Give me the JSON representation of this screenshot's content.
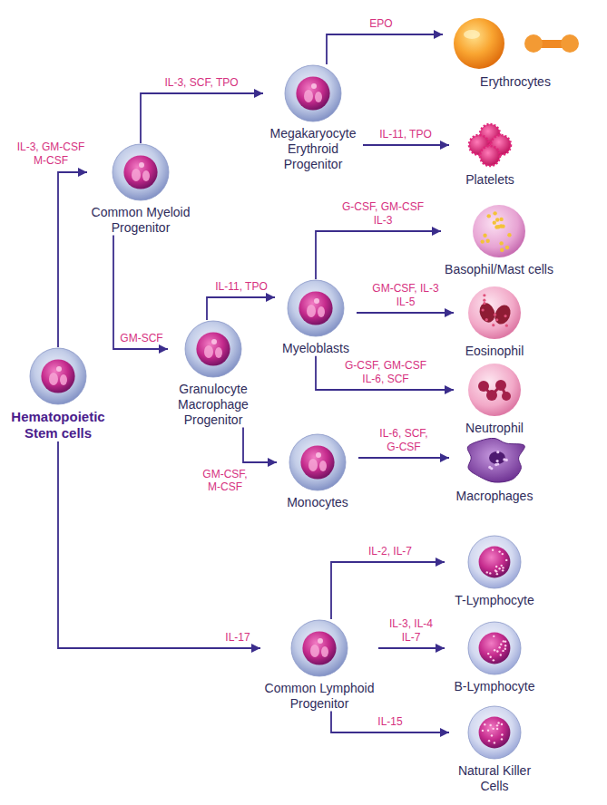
{
  "diagram": {
    "nodes": [
      {
        "text": [
          "Hematopoietic Stem cells"
        ]
      },
      {
        "text": [
          "Common Myeloid Progenitor"
        ]
      },
      {
        "text": [
          "Megakaryocyte Erythroid Progenitor"
        ]
      },
      {
        "text": [
          "Erythrocytes"
        ]
      },
      {
        "text": [
          "Platelets"
        ]
      },
      {
        "text": [
          "Granulocyte Macrophage Progenitor"
        ]
      },
      {
        "text": [
          "Myeloblasts"
        ]
      },
      {
        "text": [
          "Basophil/Mast cells"
        ]
      },
      {
        "text": [
          "Eosinophil"
        ]
      },
      {
        "text": [
          "Neutrophil"
        ]
      },
      {
        "text": [
          "Monocytes"
        ]
      },
      {
        "text": [
          "Macrophages"
        ]
      },
      {
        "text": [
          "Common Lymphoid Progenitor"
        ]
      },
      {
        "text": [
          "T-Lymphocyte"
        ]
      },
      {
        "text": [
          "B-Lymphocyte"
        ]
      },
      {
        "text": [
          "Natural Killer Cells"
        ]
      }
    ],
    "edges": [
      {
        "from": 0,
        "to": 1,
        "arrow": "to",
        "label": "IL-3, GM-CSF M-CSF"
      },
      {
        "from": 1,
        "to": 2,
        "arrow": "to",
        "label": "IL-3, SCF, TPO"
      },
      {
        "from": 2,
        "to": 3,
        "arrow": "to",
        "label": "EPO"
      },
      {
        "from": 2,
        "to": 4,
        "arrow": "to",
        "label": "IL-11, TPO"
      },
      {
        "from": 1,
        "to": 5,
        "arrow": "to",
        "label": "GM-SCF"
      },
      {
        "from": 5,
        "to": 6,
        "arrow": "to",
        "label": "IL-11, TPO"
      },
      {
        "from": 6,
        "to": 7,
        "arrow": "to",
        "label": "G-CSF, GM-CSF IL-3"
      },
      {
        "from": 6,
        "to": 8,
        "arrow": "to",
        "label": "GM-CSF, IL-3 IL-5"
      },
      {
        "from": 6,
        "to": 9,
        "arrow": "to",
        "label": "G-CSF, GM-CSF IL-6, SCF"
      },
      {
        "from": 5,
        "to": 10,
        "arrow": "to",
        "label": "GM-CSF, M-CSF"
      },
      {
        "from": 10,
        "to": 11,
        "arrow": "to",
        "label": "IL-6, SCF, G-CSF"
      },
      {
        "from": 0,
        "to": 12,
        "arrow": "to",
        "label": "IL-17"
      },
      {
        "from": 12,
        "to": 13,
        "arrow": "to",
        "label": "IL-2, IL-7"
      },
      {
        "from": 12,
        "to": 14,
        "arrow": "to",
        "label": "IL-3, IL-4 IL-7"
      },
      {
        "from": 12,
        "to": 15,
        "arrow": "to",
        "label": "IL-15"
      }
    ]
  }
}
